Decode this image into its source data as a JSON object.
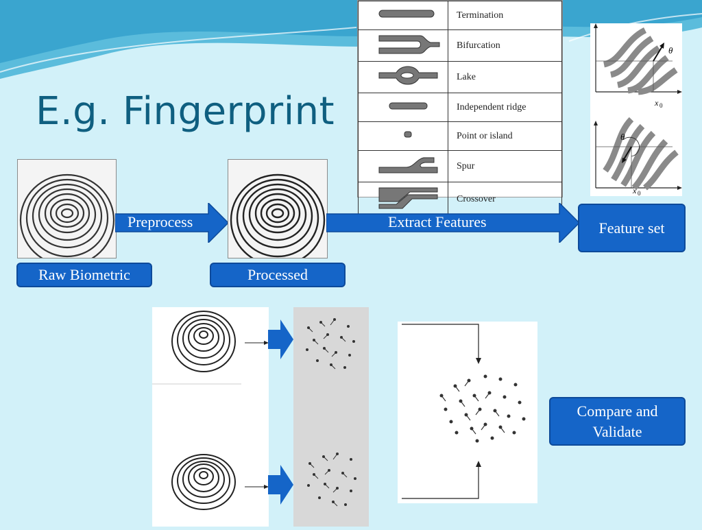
{
  "slide": {
    "title": "E.g. Fingerprint"
  },
  "pipeline": {
    "raw_label": "Raw Biometric",
    "processed_label": "Processed",
    "preprocess_label": "Preprocess",
    "extract_label": "Extract Features",
    "feature_set_label": "Feature set",
    "compare_label": "Compare and Validate"
  },
  "minutiae_table": {
    "rows": [
      "Termination",
      "Bifurcation",
      "Lake",
      "Independent ridge",
      "Point or island",
      "Spur",
      "Crossover"
    ]
  },
  "orientation_plot": {
    "theta_symbol": "θ",
    "x_label": "x",
    "x_subscript": "0"
  },
  "colors": {
    "background": "#d2f1f9",
    "title": "#0f5f80",
    "box_fill": "#1565c8",
    "box_border": "#0d4a9a"
  }
}
